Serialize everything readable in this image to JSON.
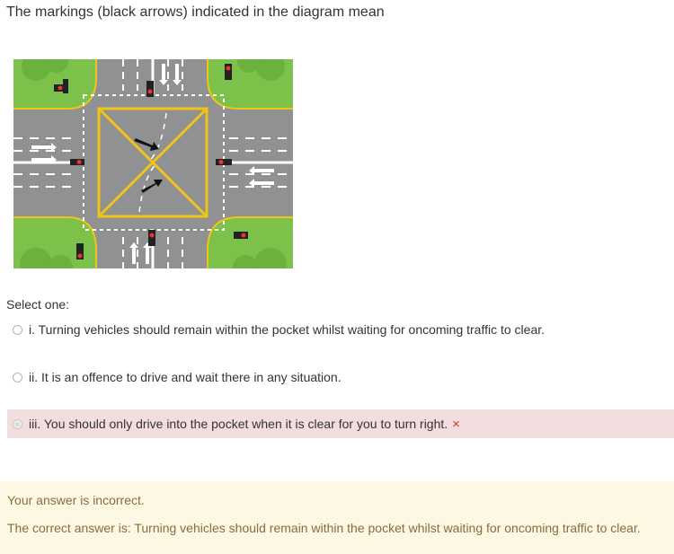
{
  "question": {
    "text": "The markings (black arrows) indicated in the diagram mean"
  },
  "diagram": {
    "description_icon": "road-junction-diagram",
    "colors": {
      "road": "#8f9193",
      "grass": "#7cc24a",
      "box_junction": "#f2c418",
      "marking": "#ffffff",
      "arrow": "#111111"
    }
  },
  "answer_block": {
    "prompt": "Select one:",
    "options": [
      {
        "label": "i. Turning vehicles should remain within the pocket whilst waiting for oncoming traffic to clear.",
        "selected": false
      },
      {
        "label": "ii. It is an offence to drive and wait there in any situation.",
        "selected": false
      },
      {
        "label": "iii. You should only drive into the pocket when it is clear for you to turn right.",
        "selected": true,
        "status": "incorrect",
        "status_icon": "×"
      }
    ]
  },
  "feedback": {
    "result": "Your answer is incorrect.",
    "correct_answer": "The correct answer is: Turning vehicles should remain within the pocket whilst waiting for oncoming traffic to clear."
  }
}
